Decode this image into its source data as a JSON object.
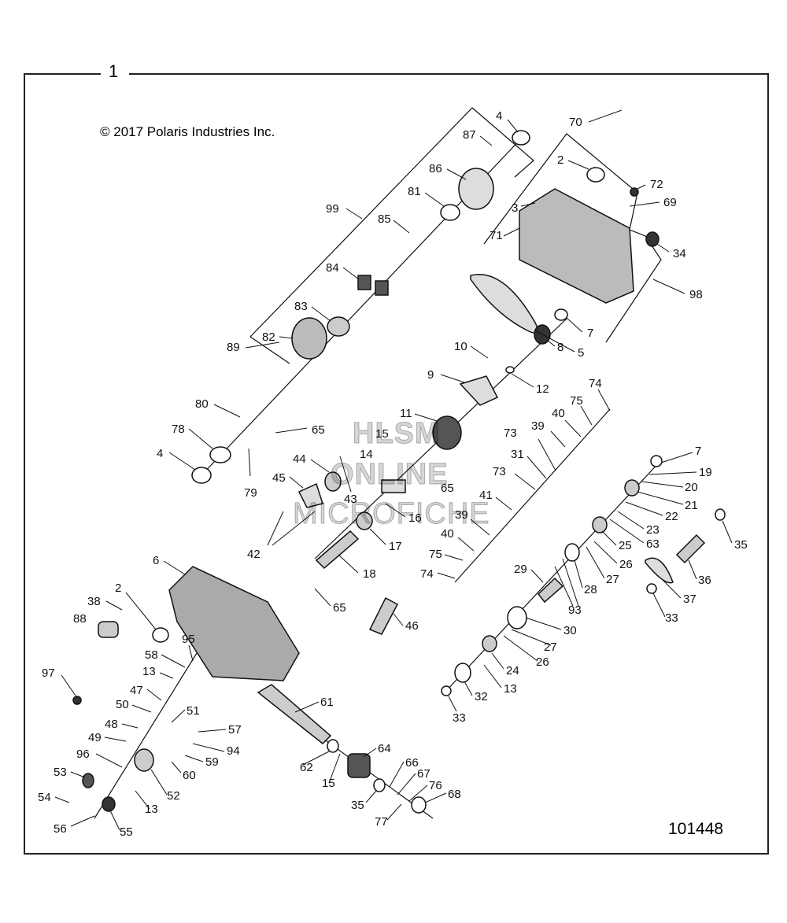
{
  "header": {
    "frame_number": "1",
    "copyright": "© 2017 Polaris Industries Inc."
  },
  "footer": {
    "drawing_number": "101448"
  },
  "watermark": [
    "HLSM",
    "ONLINE",
    "MICROFICHE"
  ],
  "callouts": [
    "1",
    "2",
    "3",
    "4",
    "5",
    "6",
    "7",
    "8",
    "9",
    "10",
    "11",
    "12",
    "13",
    "14",
    "15",
    "16",
    "17",
    "18",
    "19",
    "20",
    "21",
    "22",
    "23",
    "24",
    "25",
    "26",
    "27",
    "28",
    "29",
    "30",
    "31",
    "32",
    "33",
    "34",
    "35",
    "36",
    "37",
    "38",
    "39",
    "40",
    "41",
    "42",
    "43",
    "44",
    "45",
    "46",
    "47",
    "48",
    "49",
    "50",
    "51",
    "52",
    "53",
    "54",
    "55",
    "56",
    "57",
    "58",
    "59",
    "60",
    "61",
    "62",
    "63",
    "64",
    "65",
    "66",
    "67",
    "68",
    "69",
    "70",
    "71",
    "72",
    "73",
    "74",
    "75",
    "76",
    "77",
    "78",
    "79",
    "80",
    "81",
    "82",
    "83",
    "84",
    "85",
    "86",
    "87",
    "88",
    "89",
    "93",
    "94",
    "95",
    "96",
    "97",
    "98",
    "99"
  ],
  "callout_labels": [
    "4",
    "87",
    "86",
    "81",
    "85",
    "84",
    "83",
    "82",
    "89",
    "80",
    "78",
    "4",
    "79",
    "65",
    "99",
    "70",
    "2",
    "72",
    "3",
    "69",
    "71",
    "34",
    "98",
    "7",
    "5",
    "10",
    "8",
    "9",
    "12",
    "11",
    "15",
    "14",
    "65",
    "16",
    "17",
    "18",
    "44",
    "45",
    "43",
    "42",
    "65",
    "46",
    "74",
    "75",
    "40",
    "39",
    "73",
    "31",
    "73",
    "41",
    "39",
    "40",
    "75",
    "74",
    "7",
    "19",
    "20",
    "21",
    "22",
    "23",
    "63",
    "25",
    "26",
    "27",
    "28",
    "29",
    "93",
    "30",
    "27",
    "26",
    "24",
    "13",
    "32",
    "33",
    "35",
    "36",
    "37",
    "33",
    "6",
    "2",
    "38",
    "88",
    "95",
    "58",
    "13",
    "97",
    "47",
    "50",
    "51",
    "48",
    "49",
    "57",
    "94",
    "59",
    "60",
    "96",
    "53",
    "54",
    "52",
    "13",
    "56",
    "55",
    "61",
    "62",
    "15",
    "64",
    "66",
    "67",
    "76",
    "68",
    "35",
    "77"
  ]
}
